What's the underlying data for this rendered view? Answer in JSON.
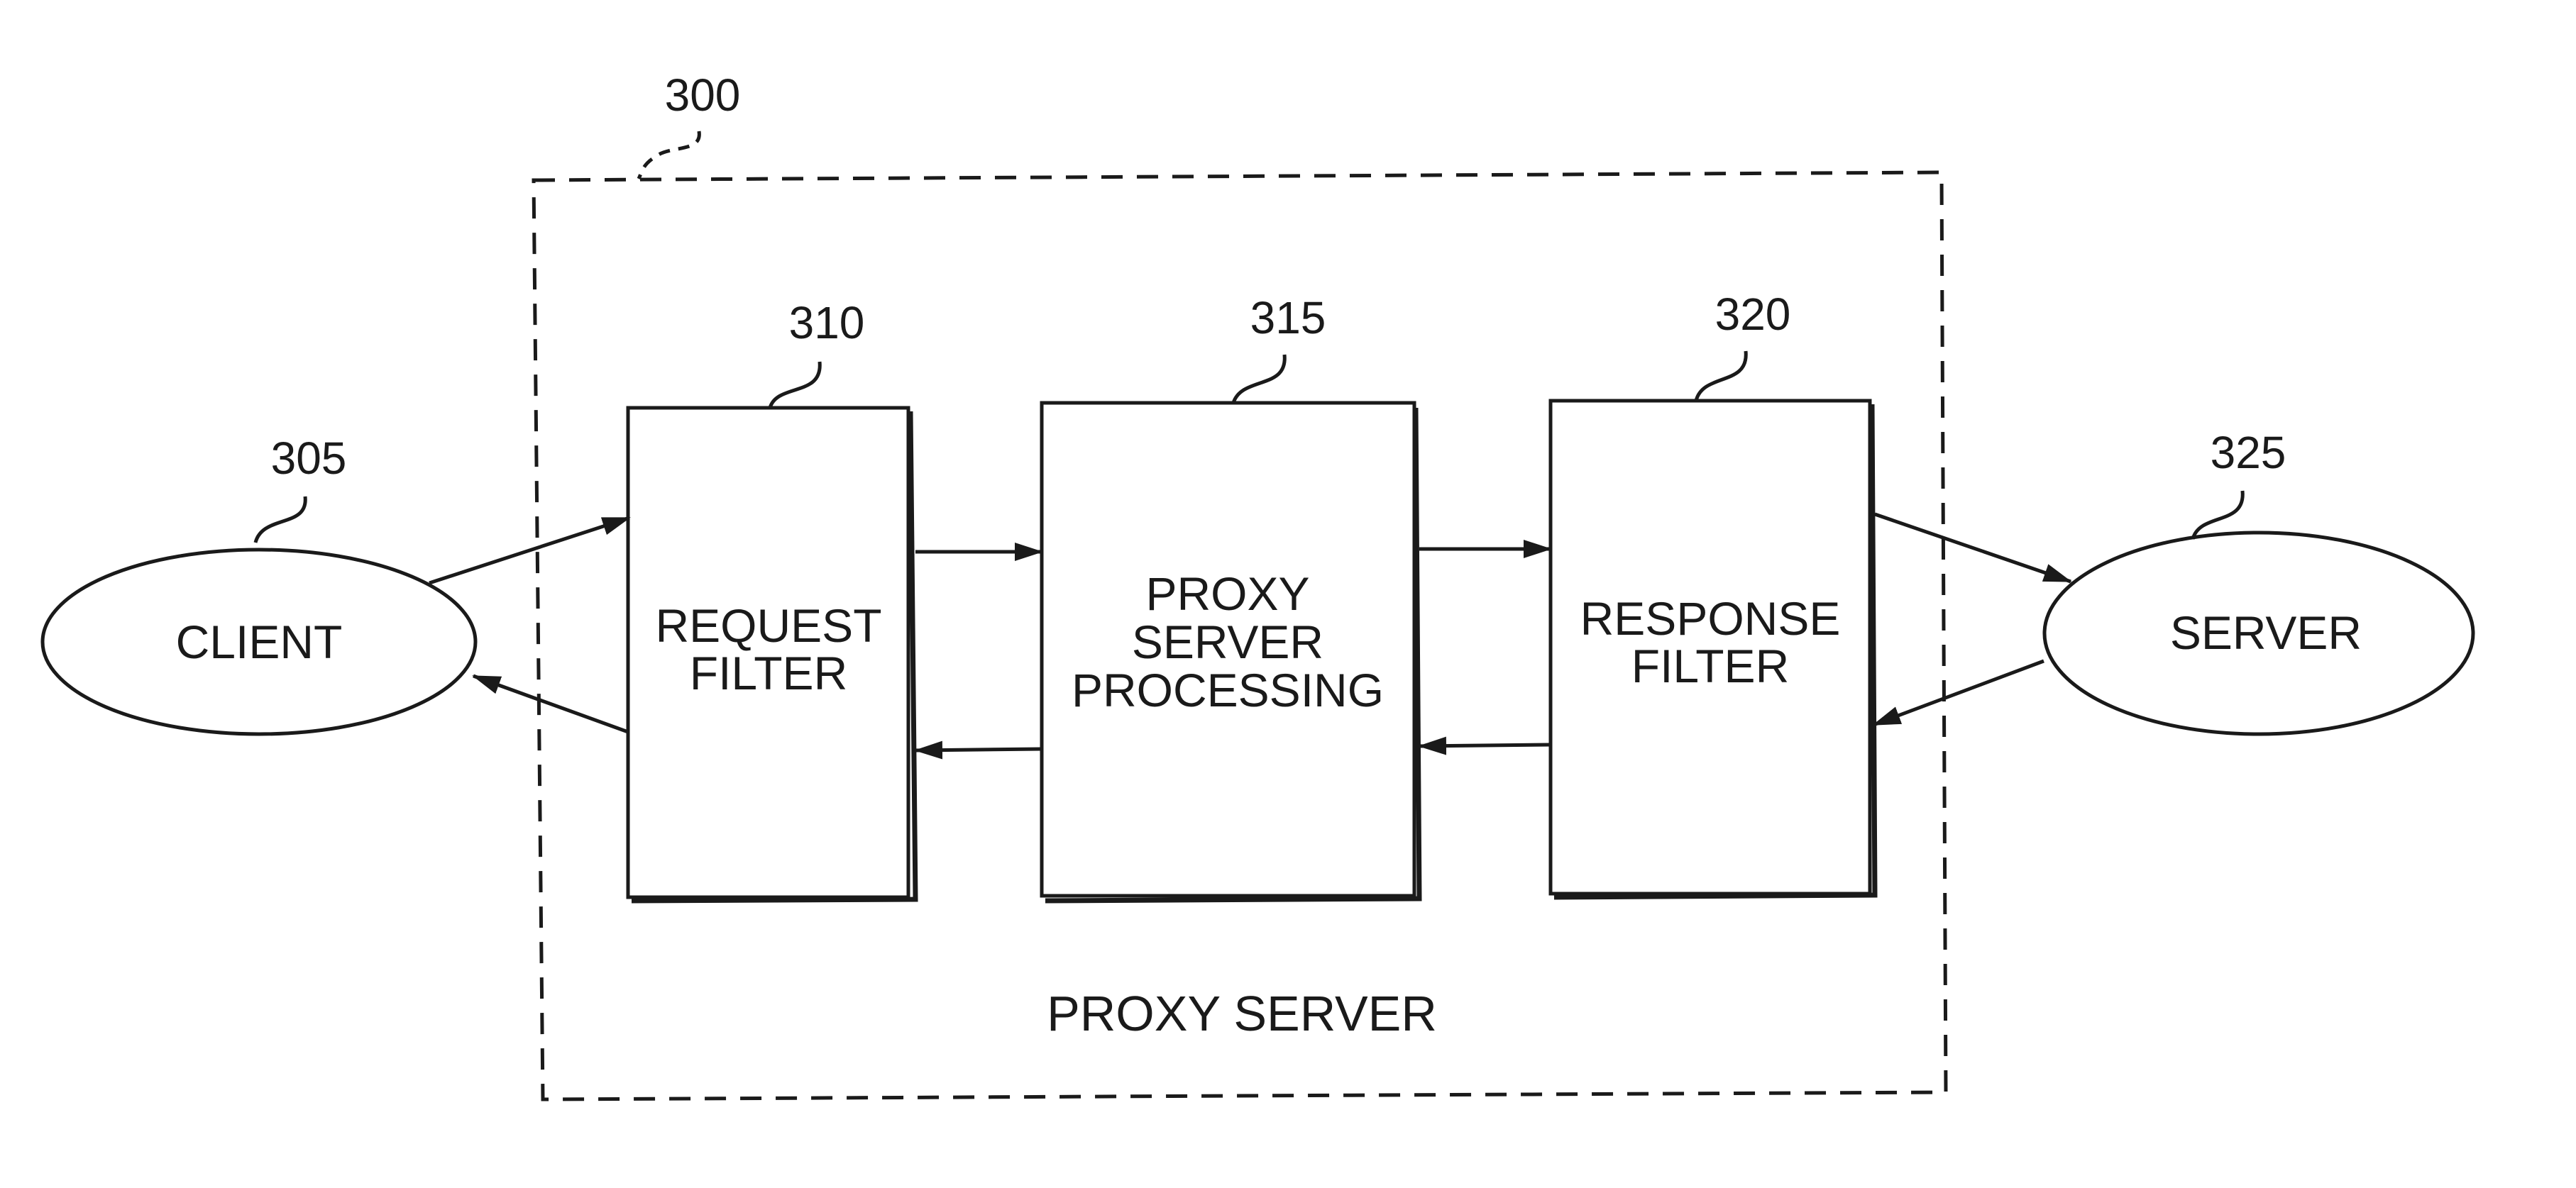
{
  "figure": {
    "ref": "300",
    "caption": "PROXY SERVER",
    "nodes": [
      {
        "id": "client",
        "ref": "305",
        "lines": [
          "CLIENT"
        ]
      },
      {
        "id": "request",
        "ref": "310",
        "lines": [
          "REQUEST",
          "FILTER"
        ]
      },
      {
        "id": "proxy",
        "ref": "315",
        "lines": [
          "PROXY",
          "SERVER",
          "PROCESSING"
        ]
      },
      {
        "id": "response",
        "ref": "320",
        "lines": [
          "RESPONSE",
          "FILTER"
        ]
      },
      {
        "id": "server",
        "ref": "325",
        "lines": [
          "SERVER"
        ]
      }
    ],
    "edges": [
      {
        "from": "client",
        "to": "request"
      },
      {
        "from": "request",
        "to": "client"
      },
      {
        "from": "request",
        "to": "proxy"
      },
      {
        "from": "proxy",
        "to": "request"
      },
      {
        "from": "proxy",
        "to": "response"
      },
      {
        "from": "response",
        "to": "proxy"
      },
      {
        "from": "response",
        "to": "server"
      },
      {
        "from": "server",
        "to": "response"
      }
    ]
  }
}
